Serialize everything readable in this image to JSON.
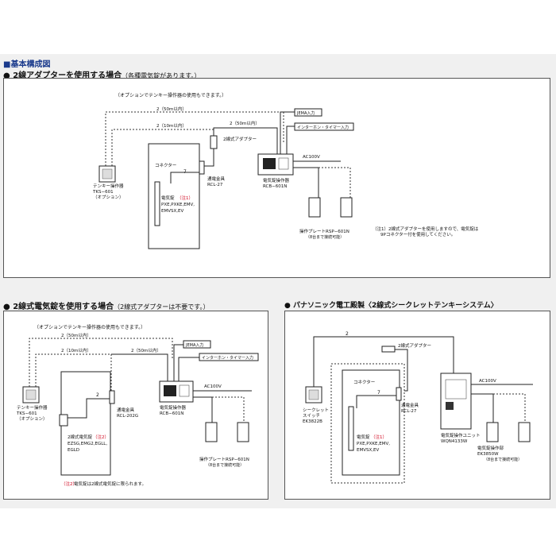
{
  "title": "■基本構成図",
  "sec1": {
    "heading": "● 2線アダプターを使用する場合",
    "sub": "（各種電気錠があります。）",
    "option_note": "（オプションでテンキー操作器の使用もできます。）",
    "w50": "2（50m以内）",
    "w10": "2（10m以内）",
    "w50b": "2（50m以内）",
    "two": "2",
    "seven": "7",
    "jema": "JEMA入力",
    "intercom": "インターホン・タイマー入力",
    "adapter": "2線式アダプター",
    "connector": "コネクター",
    "tenkey": [
      "テンキー操作器",
      "TKS−601",
      "（オプション）"
    ],
    "fitting": [
      "通電金具",
      "RCL-27"
    ],
    "lock": [
      "電気錠",
      "（注1）",
      "PXE,PXKE,EMV,",
      "EMVSX,EV"
    ],
    "controller": [
      "電気錠操作器",
      "RCB−601N"
    ],
    "ac": "AC100V",
    "plate": [
      "操作プレートRSP−601N",
      "（8台まで接続可能）"
    ],
    "note": [
      "（注1）2線式アダプターを使用しますので、電気錠は",
      "9Pコネクター付を使用してください。"
    ]
  },
  "sec2": {
    "heading": "● 2線式電気錠を使用する場合",
    "sub": "（2線式アダプターは不要です。）",
    "option_note": "（オプションでテンキー操作器の使用もできます。）",
    "w50": "2（50m以内）",
    "w10": "2（10m以内）",
    "w50b": "2（50m以内）",
    "two": "2",
    "jema": "JEMA入力",
    "intercom": "インターホン・タイマー入力",
    "tenkey": [
      "テンキー操作器",
      "TKS−601",
      "（オプション）"
    ],
    "fitting": [
      "通電金具",
      "RCL-202G"
    ],
    "lock": [
      "2線式電気錠",
      "（注2）",
      "EZSG,EMG2,EGLL,",
      "EGLD"
    ],
    "controller": [
      "電気錠操作器",
      "RCB−601N"
    ],
    "ac": "AC100V",
    "plate": [
      "操作プレートRSP−601N",
      "（8台まで接続可能）"
    ],
    "note": [
      "（注2）",
      "電気錠は2線式電気錠に限られます。"
    ]
  },
  "sec3": {
    "heading": "● パナソニック電工殿製〈2線式シークレットテンキーシステム〉",
    "adapter": "2線式アダプター",
    "two": "2",
    "seven": "7",
    "connector": "コネクター",
    "switch": [
      "シークレット",
      "スイッチ",
      "EK3822B"
    ],
    "fitting": [
      "通電金具",
      "RCL-27"
    ],
    "lock": [
      "電気錠",
      "（注1）",
      "PXE,PXKE,EMV,",
      "EMVSX,EV"
    ],
    "unit": [
      "電気錠操作ユニット",
      "WQN4133W"
    ],
    "ac": "AC100V",
    "plate": [
      "電気錠操作部",
      "EK3850W",
      "（8台まで接続可能）"
    ]
  }
}
